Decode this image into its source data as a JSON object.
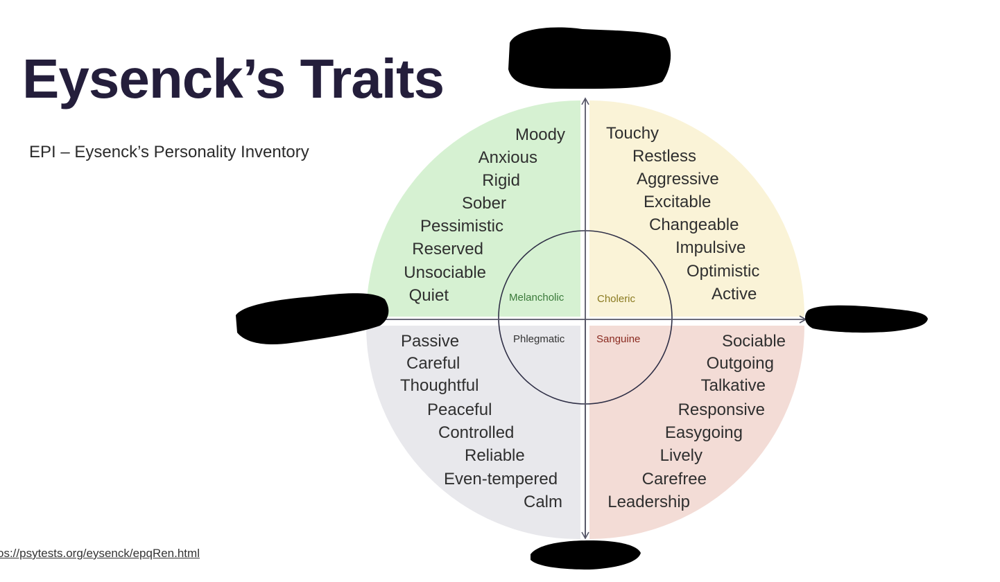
{
  "title": "Eysenck’s Traits",
  "subtitle": "EPI – Eysenck’s Personality Inventory",
  "source_link": "os://psytests.org/eysenck/epqRen.html",
  "colors": {
    "melancholic_bg": "#d6f1d2",
    "choleric_bg": "#faf3d7",
    "phlegmatic_bg": "#e8e8ec",
    "sanguine_bg": "#f3dcd6",
    "axis": "#555566",
    "melancholic_label": "#3a7a3a",
    "choleric_label": "#8a7a20",
    "phlegmatic_label": "#333333",
    "sanguine_label": "#8a2a20",
    "title": "#241e3b"
  },
  "temperaments": {
    "melancholic": "Melancholic",
    "choleric": "Choleric",
    "phlegmatic": "Phlegmatic",
    "sanguine": "Sanguine"
  },
  "traits": {
    "melancholic": [
      "Moody",
      "Anxious",
      "Rigid",
      "Sober",
      "Pessimistic",
      "Reserved",
      "Unsociable",
      "Quiet"
    ],
    "choleric": [
      "Touchy",
      "Restless",
      "Aggressive",
      "Excitable",
      "Changeable",
      "Impulsive",
      "Optimistic",
      "Active"
    ],
    "phlegmatic": [
      "Passive",
      "Careful",
      "Thoughtful",
      "Peaceful",
      "Controlled",
      "Reliable",
      "Even-tempered",
      "Calm"
    ],
    "sanguine": [
      "Sociable",
      "Outgoing",
      "Talkative",
      "Responsive",
      "Easygoing",
      "Lively",
      "Carefree",
      "Leadership"
    ]
  }
}
